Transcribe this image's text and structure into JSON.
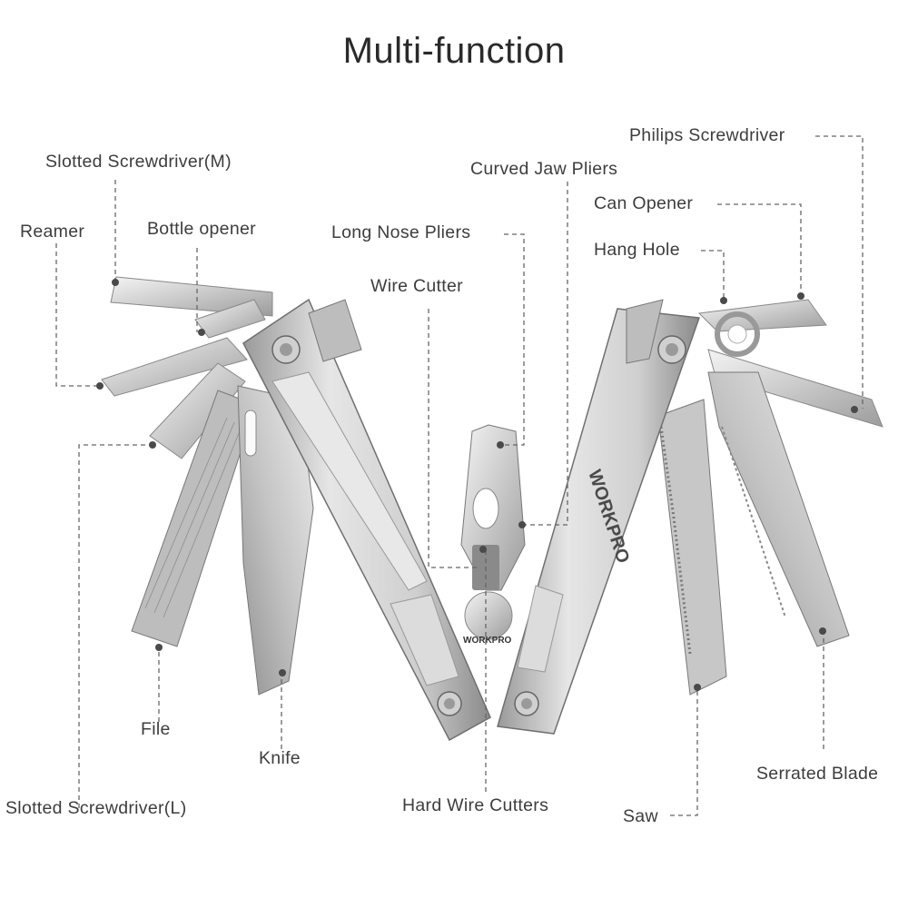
{
  "title": "Multi-function",
  "brand": "WORKPRO",
  "brand_small": "WORKPRO",
  "labels": {
    "slotted_m": "Slotted Screwdriver(M)",
    "reamer": "Reamer",
    "bottle_opener": "Bottle opener",
    "long_nose": "Long Nose Pliers",
    "curved_jaw": "Curved Jaw Pliers",
    "wire_cutter": "Wire Cutter",
    "philips": "Philips Screwdriver",
    "can_opener": "Can Opener",
    "hang_hole": "Hang Hole",
    "file": "File",
    "knife": "Knife",
    "slotted_l": "Slotted Screwdriver(L)",
    "hard_wire": "Hard Wire Cutters",
    "saw": "Saw",
    "serrated": "Serrated Blade"
  }
}
